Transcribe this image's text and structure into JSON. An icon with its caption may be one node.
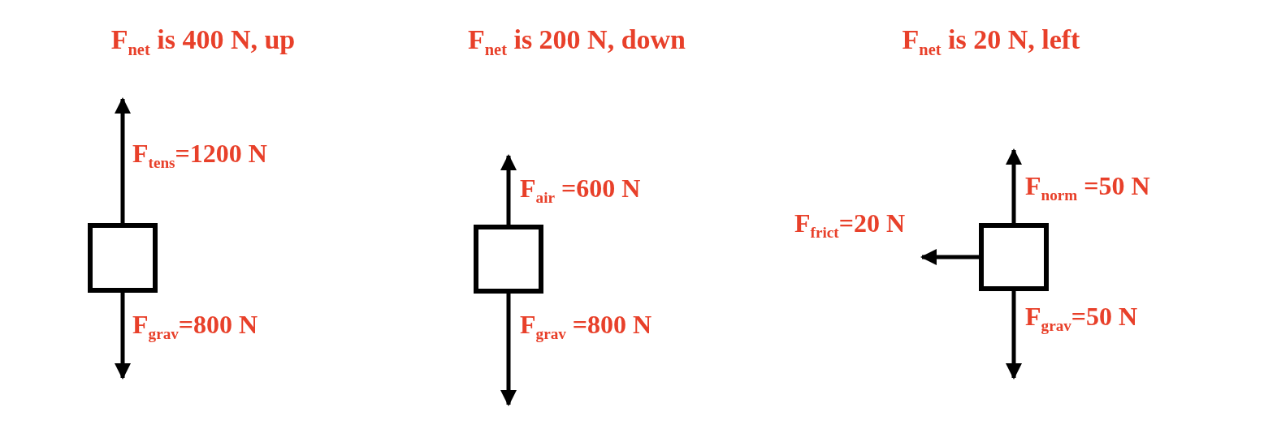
{
  "diagram": {
    "nodes": [
      {
        "text": [],
        "shape": "box"
      },
      {
        "text": [],
        "shape": "box"
      },
      {
        "text": [],
        "shape": "box"
      }
    ],
    "edges": [
      {
        "from": 0,
        "to": null,
        "arrow": "to",
        "label": "F$_{tens}$=1200 N"
      },
      {
        "from": 0,
        "to": null,
        "arrow": "to",
        "label": "F$_{grav}$=800 N"
      },
      {
        "from": 1,
        "to": null,
        "arrow": "to",
        "label": "F$_{air}$ =600 N"
      },
      {
        "from": 1,
        "to": null,
        "arrow": "to",
        "label": "F$_{grav}$ =800 N"
      },
      {
        "from": 2,
        "to": null,
        "arrow": "to",
        "label": "F$_{norm}$ =50 N"
      },
      {
        "from": 2,
        "to": null,
        "arrow": "to",
        "label": "F$_{frict}$=20 N"
      },
      {
        "from": 2,
        "to": null,
        "arrow": "to",
        "label": "F$_{grav}$=50 N"
      }
    ],
    "labels": [
      "F$_{net}$ is 400 N, up",
      "F$_{net}$ is 200 N, down",
      "F$_{net}$ is 20 N, left"
    ]
  }
}
